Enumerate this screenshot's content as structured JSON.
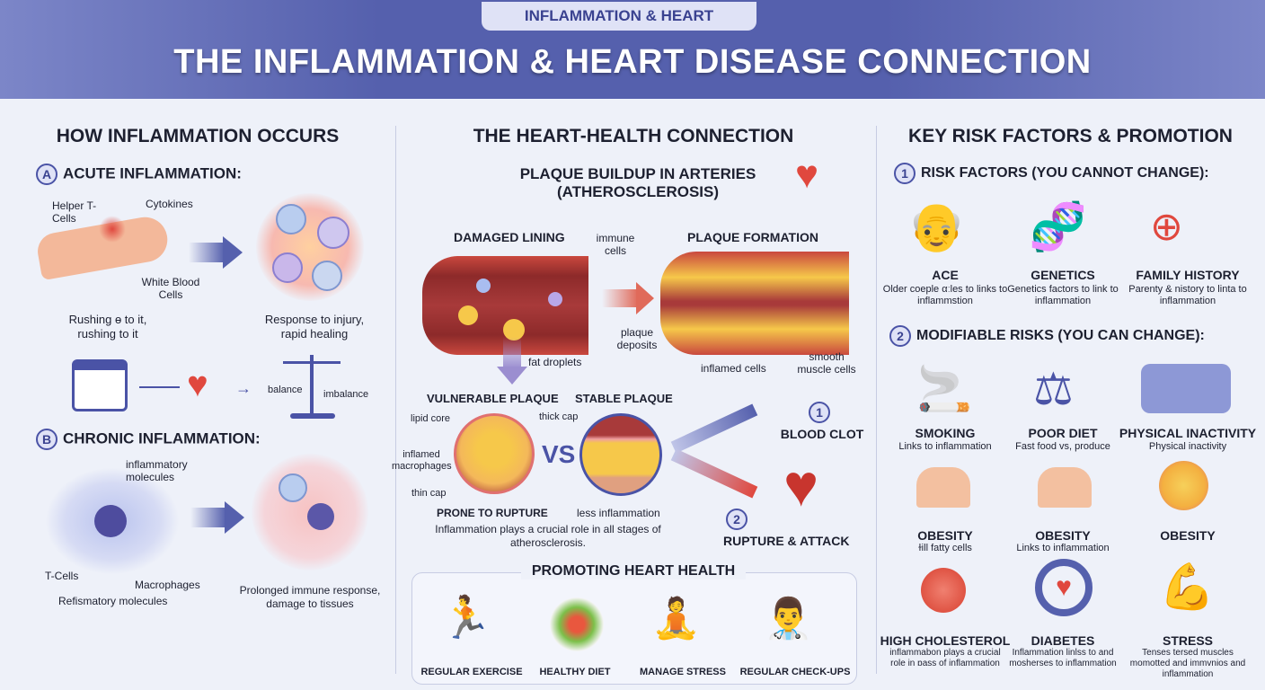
{
  "header": {
    "tag": "INFLAMMATION & HEART",
    "title": "THE INFLAMMATION & HEART DISEASE CONNECTION"
  },
  "left": {
    "heading": "HOW INFLAMMATION OCCURS",
    "acute": {
      "badge": "A",
      "title": "ACUTE INFLAMMATION:",
      "helper": "Helper T-Cells",
      "cytokines": "Cytokines",
      "wbc": "White Blood Cells",
      "caption_left": "Rushing ɵ to it, rushing to it",
      "caption_right": "Response to injury, rapid healing",
      "balance": "balance",
      "imbalance": "imbalance"
    },
    "chronic": {
      "badge": "B",
      "title": "CHRONIC INFLAMMATION:",
      "molecules": "inflammatory molecules",
      "tcells": "T-Cells",
      "macrophages": "Macrophages",
      "caption_left": "Refismatory molecules",
      "caption_right": "Prolonged immune response, damage to tissues"
    }
  },
  "middle": {
    "heading": "THE HEART-HEALTH CONNECTION",
    "subheading": "PLAQUE BUILDUP IN ARTERIES (ATHEROSCLEROSIS)",
    "damaged": "DAMAGED LINING",
    "immune": "immune cells",
    "fat": "fat droplets",
    "formation": "PLAQUE FORMATION",
    "deposits": "plaque deposits",
    "inflamed": "inflamed cells",
    "smooth": "smooth muscle cells",
    "vulnerable": "VULNERABLE PLAQUE",
    "stable": "STABLE PLAQUE",
    "lipid": "lipid core",
    "macro": "inflamed macrophages",
    "thin": "thin cap",
    "thick": "thick cap",
    "vs": "VS",
    "prone": "PRONE TO RUPTURE",
    "less": "less inflammation",
    "note": "Inflammation plays a crucial role in all stages of atherosclerosis.",
    "outcome1": {
      "num": "1",
      "label": "BLOOD CLOT"
    },
    "outcome2": {
      "num": "2",
      "label": "RUPTURE & ATTACK"
    },
    "promo": {
      "title": "PROMOTING HEART HEALTH",
      "items": [
        "REGULAR EXERCISE",
        "HEALTHY DIET",
        "MANAGE STRESS",
        "REGULAR CHECK-UPS"
      ]
    }
  },
  "right": {
    "heading": "KEY RISK FACTORS & PROMOTION",
    "fixed": {
      "badge": "1",
      "title": "RISK FACTORS (YOU CANNOT CHANGE):",
      "items": [
        {
          "title": "ACE",
          "desc": "Older coeple αːles to links to inflammstion"
        },
        {
          "title": "GENETICS",
          "desc": "Genetics factors to link to inflammation"
        },
        {
          "title": "FAMILY HISTORY",
          "desc": "Parenty & nistory to linta to inflammation"
        }
      ]
    },
    "modifiable": {
      "badge": "2",
      "title": "MODIFIABLE RISKS (YOU CAN CHANGE):",
      "items": [
        {
          "title": "SMOKING",
          "desc": "Links to inflammation"
        },
        {
          "title": "POOR DIET",
          "desc": "Fast food vs, produce"
        },
        {
          "title": "PHYSICAL INACTIVITY",
          "desc": "Physical inactivity"
        },
        {
          "title": "OBESITY",
          "desc": "ɫill fatty cells"
        },
        {
          "title": "OBESITY",
          "desc": "Links to inflammation"
        },
        {
          "title": "OBESITY",
          "desc": ""
        },
        {
          "title": "HIGH CHOLESTEROL",
          "desc": "inflammabon plays a crucial role in ɒass of inflammation"
        },
        {
          "title": "DIABETES",
          "desc": "Inflammation linlss to and mosherses to inflammation"
        },
        {
          "title": "STRESS",
          "desc": "Tenses tersed muscles momotted and immvnios and inflammation"
        }
      ]
    }
  },
  "colors": {
    "header": "#5560ad",
    "accent": "#3a4290",
    "red": "#e0483e",
    "fat": "#f6c84a",
    "bg": "#eef1f9"
  }
}
